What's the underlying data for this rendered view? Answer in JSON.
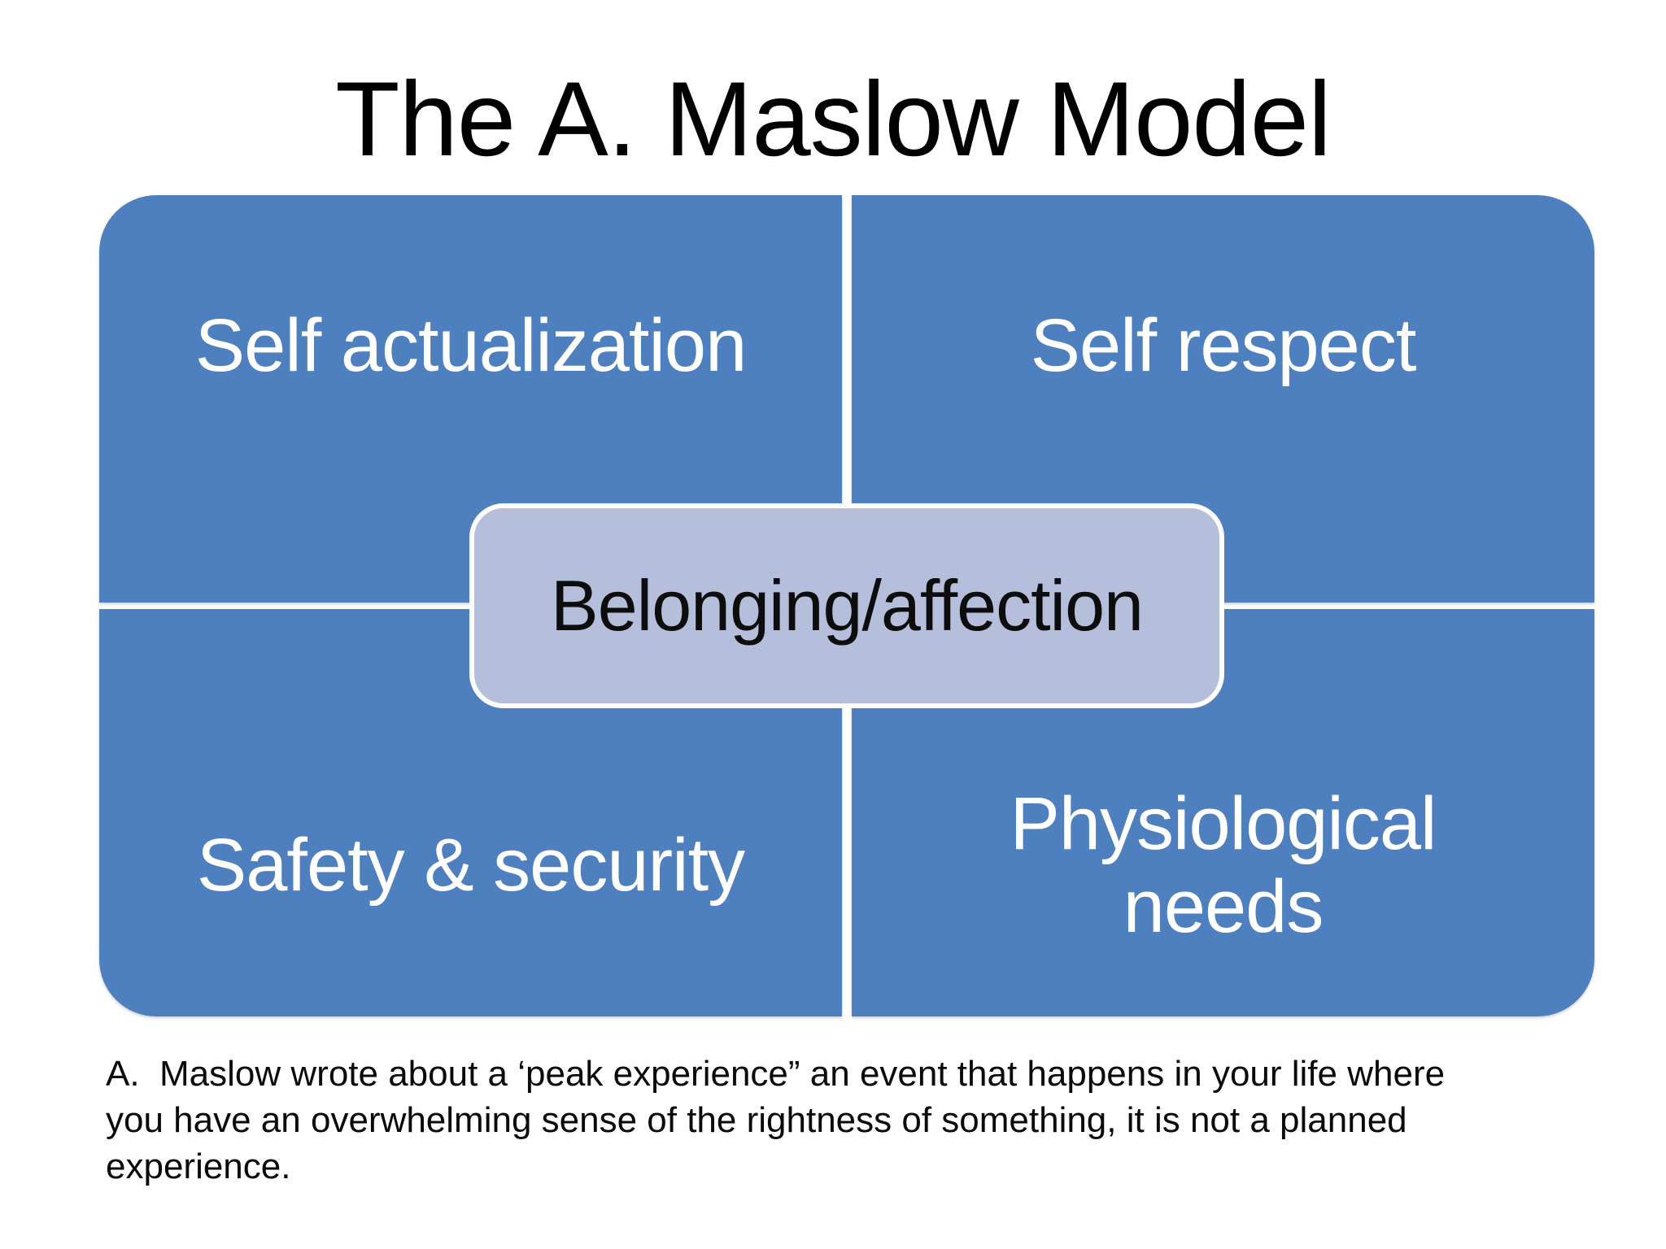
{
  "slide": {
    "title": "The A. Maslow Model",
    "quadrants": [
      {
        "id": "self-actualization",
        "label": "Self actualization"
      },
      {
        "id": "self-respect",
        "label": "Self respect"
      },
      {
        "id": "safety-security",
        "label": "Safety & security"
      },
      {
        "id": "physiological-needs",
        "label": "Physiological needs"
      }
    ],
    "center": {
      "label": "Belonging/affection"
    },
    "note_lines": [
      "A.  Maslow wrote about a ‘peak experience” an event that happens in your life where",
      "you have an overwhelming sense of the rightness of something, it is not a planned",
      "experience."
    ],
    "colors": {
      "quadrant_fill": "#4E7FBE",
      "quadrant_text": "#FFFFFF",
      "center_fill": "#B5BFDC",
      "center_border": "#FFFFFF",
      "center_text": "#0D0D0D",
      "title_text": "#000000",
      "background": "#FFFFFF"
    }
  }
}
